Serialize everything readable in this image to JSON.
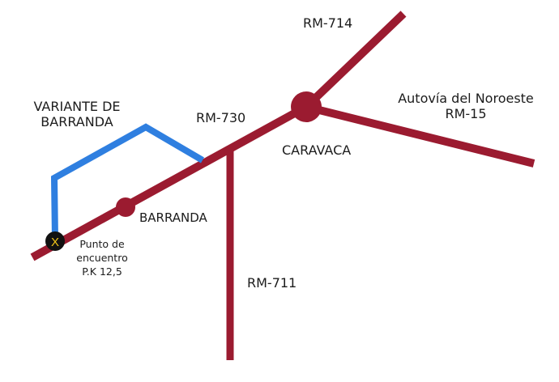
{
  "colors": {
    "road": "#9b1b30",
    "variant": "#2f7fe0",
    "marker_fill": "#111111",
    "marker_text": "#f0c419",
    "background": "#ffffff"
  },
  "roads": {
    "rm714": "RM-714",
    "rm730": "RM-730",
    "rm711": "RM-711",
    "autovia_line1": "Autovía del Noroeste",
    "autovia_line2": "RM-15"
  },
  "places": {
    "caravaca": "CARAVACA",
    "barranda": "BARRANDA",
    "variante_line1": "VARIANTE DE",
    "variante_line2": "BARRANDA"
  },
  "meeting_point": {
    "marker": "X",
    "line1": "Punto de",
    "line2": "encuentro",
    "line3": "P.K 12,5"
  }
}
